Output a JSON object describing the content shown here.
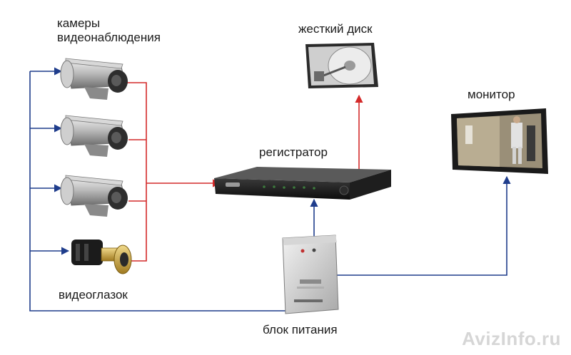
{
  "labels": {
    "cameras_line1": "камеры",
    "cameras_line2": "видеонаблюдения",
    "hard_disk": "жесткий диск",
    "monitor": "монитор",
    "recorder": "регистратор",
    "peephole": "видеоглазок",
    "power_supply": "блок питания"
  },
  "watermark": "AvizInfo.ru",
  "colors": {
    "video_line": "#d42a2a",
    "power_line": "#1f3d8c"
  }
}
